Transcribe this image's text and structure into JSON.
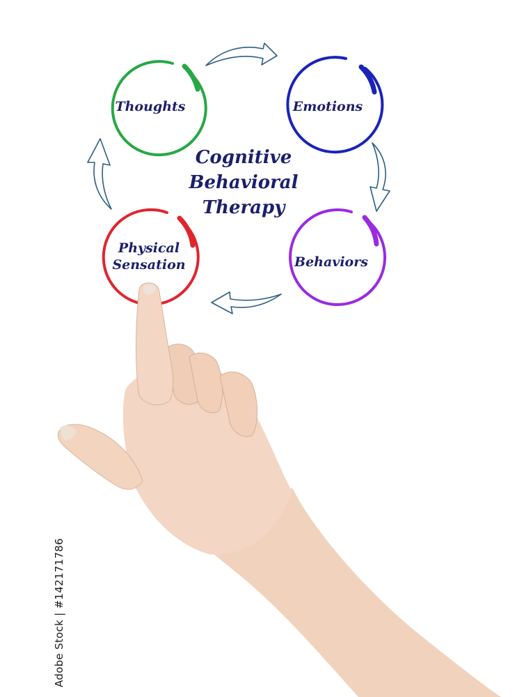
{
  "diagram": {
    "title_lines": [
      "Cognitive",
      "Behavioral",
      "Therapy"
    ],
    "nodes": [
      {
        "id": "thoughts",
        "label": "Thoughts",
        "color": "#27a845"
      },
      {
        "id": "emotions",
        "label": "Emotions",
        "color": "#1a24b8"
      },
      {
        "id": "behaviors",
        "label": "Behaviors",
        "color": "#9a2be0"
      },
      {
        "id": "physical-sensation",
        "label_lines": [
          "Physical",
          "Sensation"
        ],
        "color": "#e0252e"
      }
    ],
    "arrow_color": "#2d5f82",
    "text_color": "#1b1f6b"
  },
  "watermark": "Adobe Stock | #142171786"
}
